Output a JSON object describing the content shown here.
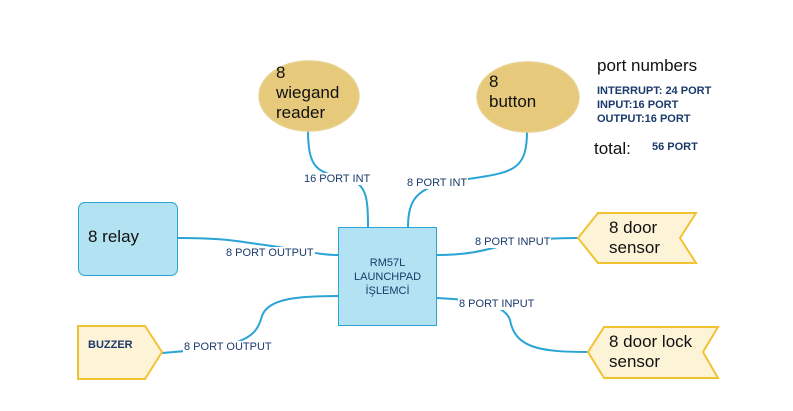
{
  "colors": {
    "wire": "#2aa4d4",
    "ellipse_fill": "#e6c97a",
    "ellipse_stroke": "#e7d18f",
    "box_fill": "#b3e2f2",
    "box_stroke": "#2aa4d4",
    "pentagon_fill": "#fdf3d7",
    "pentagon_stroke": "#f1c232",
    "label_text": "#1a3a6b"
  },
  "nodes": {
    "wiegand": {
      "lines": [
        "8",
        "wiegand",
        "reader"
      ]
    },
    "button": {
      "lines": [
        "8",
        "button"
      ]
    },
    "relay": {
      "label": "8 relay"
    },
    "mcu": {
      "lines": [
        "RM57L",
        "LAUNCHPAD",
        "İŞLEMCİ"
      ]
    },
    "door_sensor": {
      "lines": [
        "8 door",
        "sensor"
      ]
    },
    "door_lock_sensor": {
      "lines": [
        "8 door lock",
        "sensor"
      ]
    },
    "buzzer": {
      "label": "BUZZER"
    }
  },
  "edges": {
    "wiegand": "16 PORT INT",
    "button": "8 PORT INT",
    "relay": "8 PORT OUTPUT",
    "door_sensor": "8 PORT INPUT",
    "door_lock_sensor": "8 PORT INPUT",
    "buzzer": "8 PORT OUTPUT"
  },
  "notes": {
    "title": "port numbers",
    "interrupt": "INTERRUPT: 24 PORT",
    "input": "INPUT:16 PORT",
    "output": "OUTPUT:16 PORT",
    "total_label": "total:",
    "total_value": "56 PORT"
  }
}
